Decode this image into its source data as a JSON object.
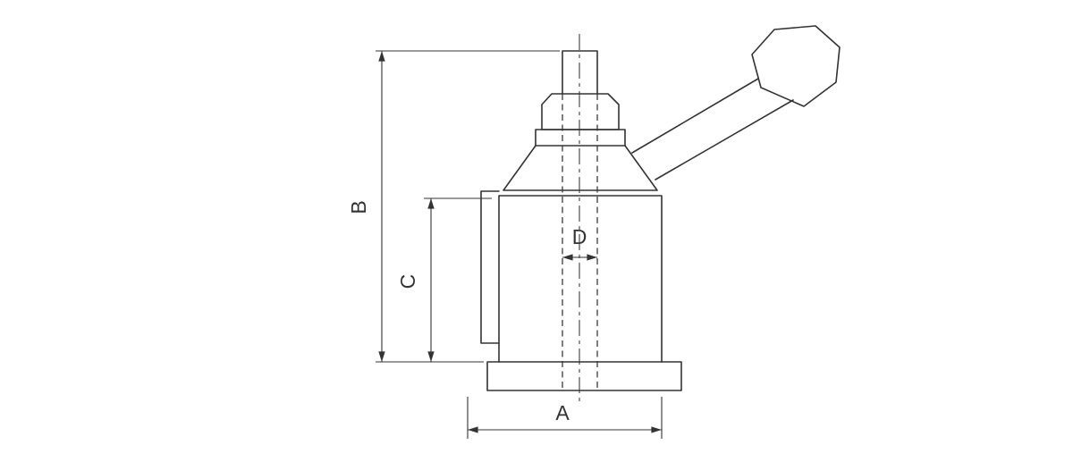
{
  "drawing": {
    "labels": {
      "a": "A",
      "b": "B",
      "c": "C",
      "d": "D"
    },
    "colors": {
      "line": "#333333",
      "background": "#ffffff"
    }
  }
}
